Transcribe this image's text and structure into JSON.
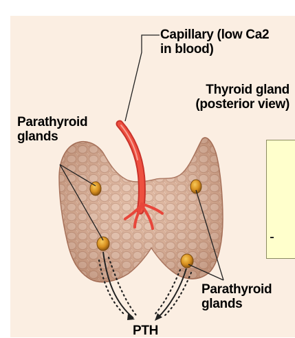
{
  "labels": {
    "capillary": "Capillary (low Ca2\nin blood)",
    "thyroid": "Thyroid gland\n(posterior view)",
    "parathyroid_top": "Parathyroid\nglands",
    "parathyroid_bottom": "Parathyroid\nglands",
    "pth": "PTH"
  },
  "colors": {
    "background": "#fbeee2",
    "gland": "#d9a98e",
    "capillary": "#e8463a",
    "parathyroid": "#d8901f",
    "callout": "#ffffcc"
  }
}
